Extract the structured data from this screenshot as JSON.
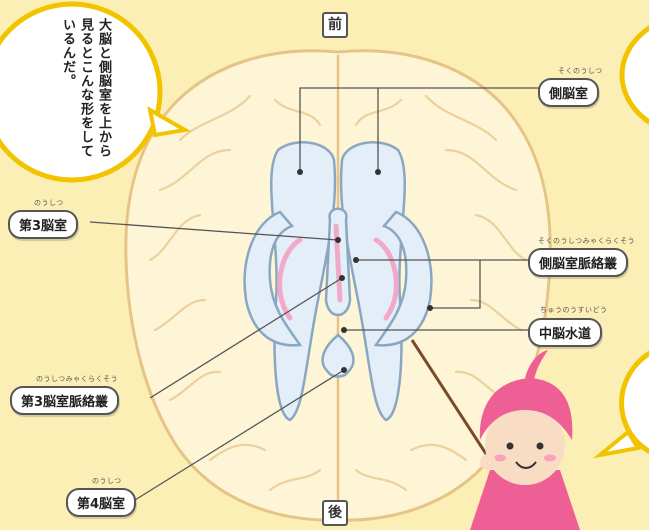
{
  "directions": {
    "front": "前",
    "back": "後"
  },
  "speech_bubble": {
    "text": "大脳と側脳室を上から見るとこんな形をしているんだ。"
  },
  "labels": {
    "lateral_ventricle": {
      "text": "側脳室",
      "ruby": "そくのうしつ"
    },
    "third_ventricle": {
      "text": "第3脳室",
      "ruby": "のうしつ"
    },
    "lateral_plexus": {
      "text": "側脳室脈絡叢",
      "ruby": "そくのうしつみゃくらくそう"
    },
    "aqueduct": {
      "text": "中脳水道",
      "ruby": "ちゅうのうすいどう"
    },
    "third_plexus": {
      "text": "第3脳室脈絡叢",
      "ruby": "のうしつみゃくらくそう"
    },
    "fourth_ventricle": {
      "text": "第4脳室",
      "ruby": "のうしつ"
    }
  },
  "colors": {
    "background": "#fbefb6",
    "brain_fill": "#fdf5d6",
    "brain_outline": "#e6c486",
    "ventricle_fill": "#e3eef8",
    "ventricle_stroke": "#8aa7c2",
    "plexus": "#f2a9c9",
    "bubble_border": "#f2c400",
    "character_pink": "#ee5f95"
  }
}
